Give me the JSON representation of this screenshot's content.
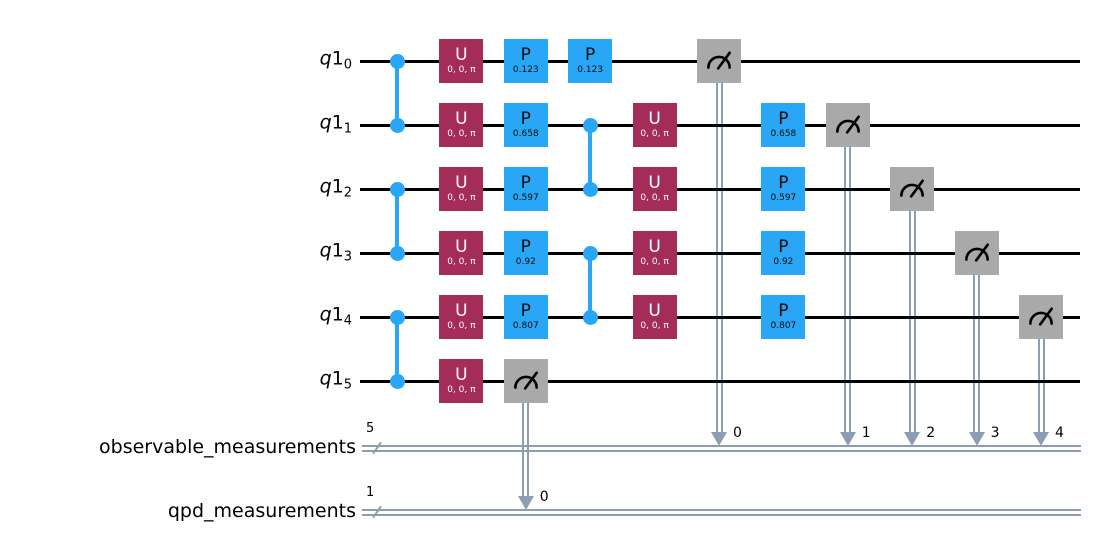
{
  "figure": {
    "type": "quantum-circuit",
    "qubit_register": {
      "name": "q1",
      "qubits": [
        "0",
        "1",
        "2",
        "3",
        "4",
        "5"
      ]
    },
    "classical_registers": [
      {
        "label": "observable_measurements",
        "size": "5"
      },
      {
        "label": "qpd_measurements",
        "size": "1"
      }
    ],
    "gates": {
      "u_label": "U",
      "u_sub": "0, 0, π",
      "p_label": "P",
      "cz": [
        {
          "a": 0,
          "b": 1,
          "col": 0
        },
        {
          "a": 2,
          "b": 3,
          "col": 0
        },
        {
          "a": 4,
          "b": 5,
          "col": 0
        },
        {
          "a": 1,
          "b": 2,
          "col": 3
        },
        {
          "a": 3,
          "b": 4,
          "col": 3
        }
      ],
      "u": [
        {
          "row": 0,
          "col": 1
        },
        {
          "row": 1,
          "col": 1
        },
        {
          "row": 2,
          "col": 1
        },
        {
          "row": 3,
          "col": 1
        },
        {
          "row": 4,
          "col": 1
        },
        {
          "row": 5,
          "col": 1
        },
        {
          "row": 1,
          "col": 4
        },
        {
          "row": 2,
          "col": 4
        },
        {
          "row": 3,
          "col": 4
        },
        {
          "row": 4,
          "col": 4
        }
      ],
      "p": [
        {
          "row": 0,
          "col": 2,
          "value": "0.123"
        },
        {
          "row": 1,
          "col": 2,
          "value": "0.658"
        },
        {
          "row": 2,
          "col": 2,
          "value": "0.597"
        },
        {
          "row": 3,
          "col": 2,
          "value": "0.92"
        },
        {
          "row": 4,
          "col": 2,
          "value": "0.807"
        },
        {
          "row": 0,
          "col": 3,
          "value": "0.123"
        },
        {
          "row": 1,
          "col": 6,
          "value": "0.658"
        },
        {
          "row": 2,
          "col": 6,
          "value": "0.597"
        },
        {
          "row": 3,
          "col": 6,
          "value": "0.92"
        },
        {
          "row": 4,
          "col": 6,
          "value": "0.807"
        }
      ],
      "measure": [
        {
          "row": 0,
          "col": 5,
          "creg": 0,
          "bit": "0"
        },
        {
          "row": 1,
          "col": 7,
          "creg": 0,
          "bit": "1"
        },
        {
          "row": 2,
          "col": 8,
          "creg": 0,
          "bit": "2"
        },
        {
          "row": 3,
          "col": 9,
          "creg": 0,
          "bit": "3"
        },
        {
          "row": 4,
          "col": 10,
          "creg": 0,
          "bit": "4"
        },
        {
          "row": 5,
          "col": 2,
          "creg": 1,
          "bit": "0"
        }
      ]
    },
    "colors": {
      "u_gate": "#a32c58",
      "p_gate": "#29a6f5",
      "cz": "#29a6f5",
      "measure_bg": "#a9a9a9",
      "qubit_wire": "#000000",
      "classical_wire": "#8d9eb2"
    }
  }
}
